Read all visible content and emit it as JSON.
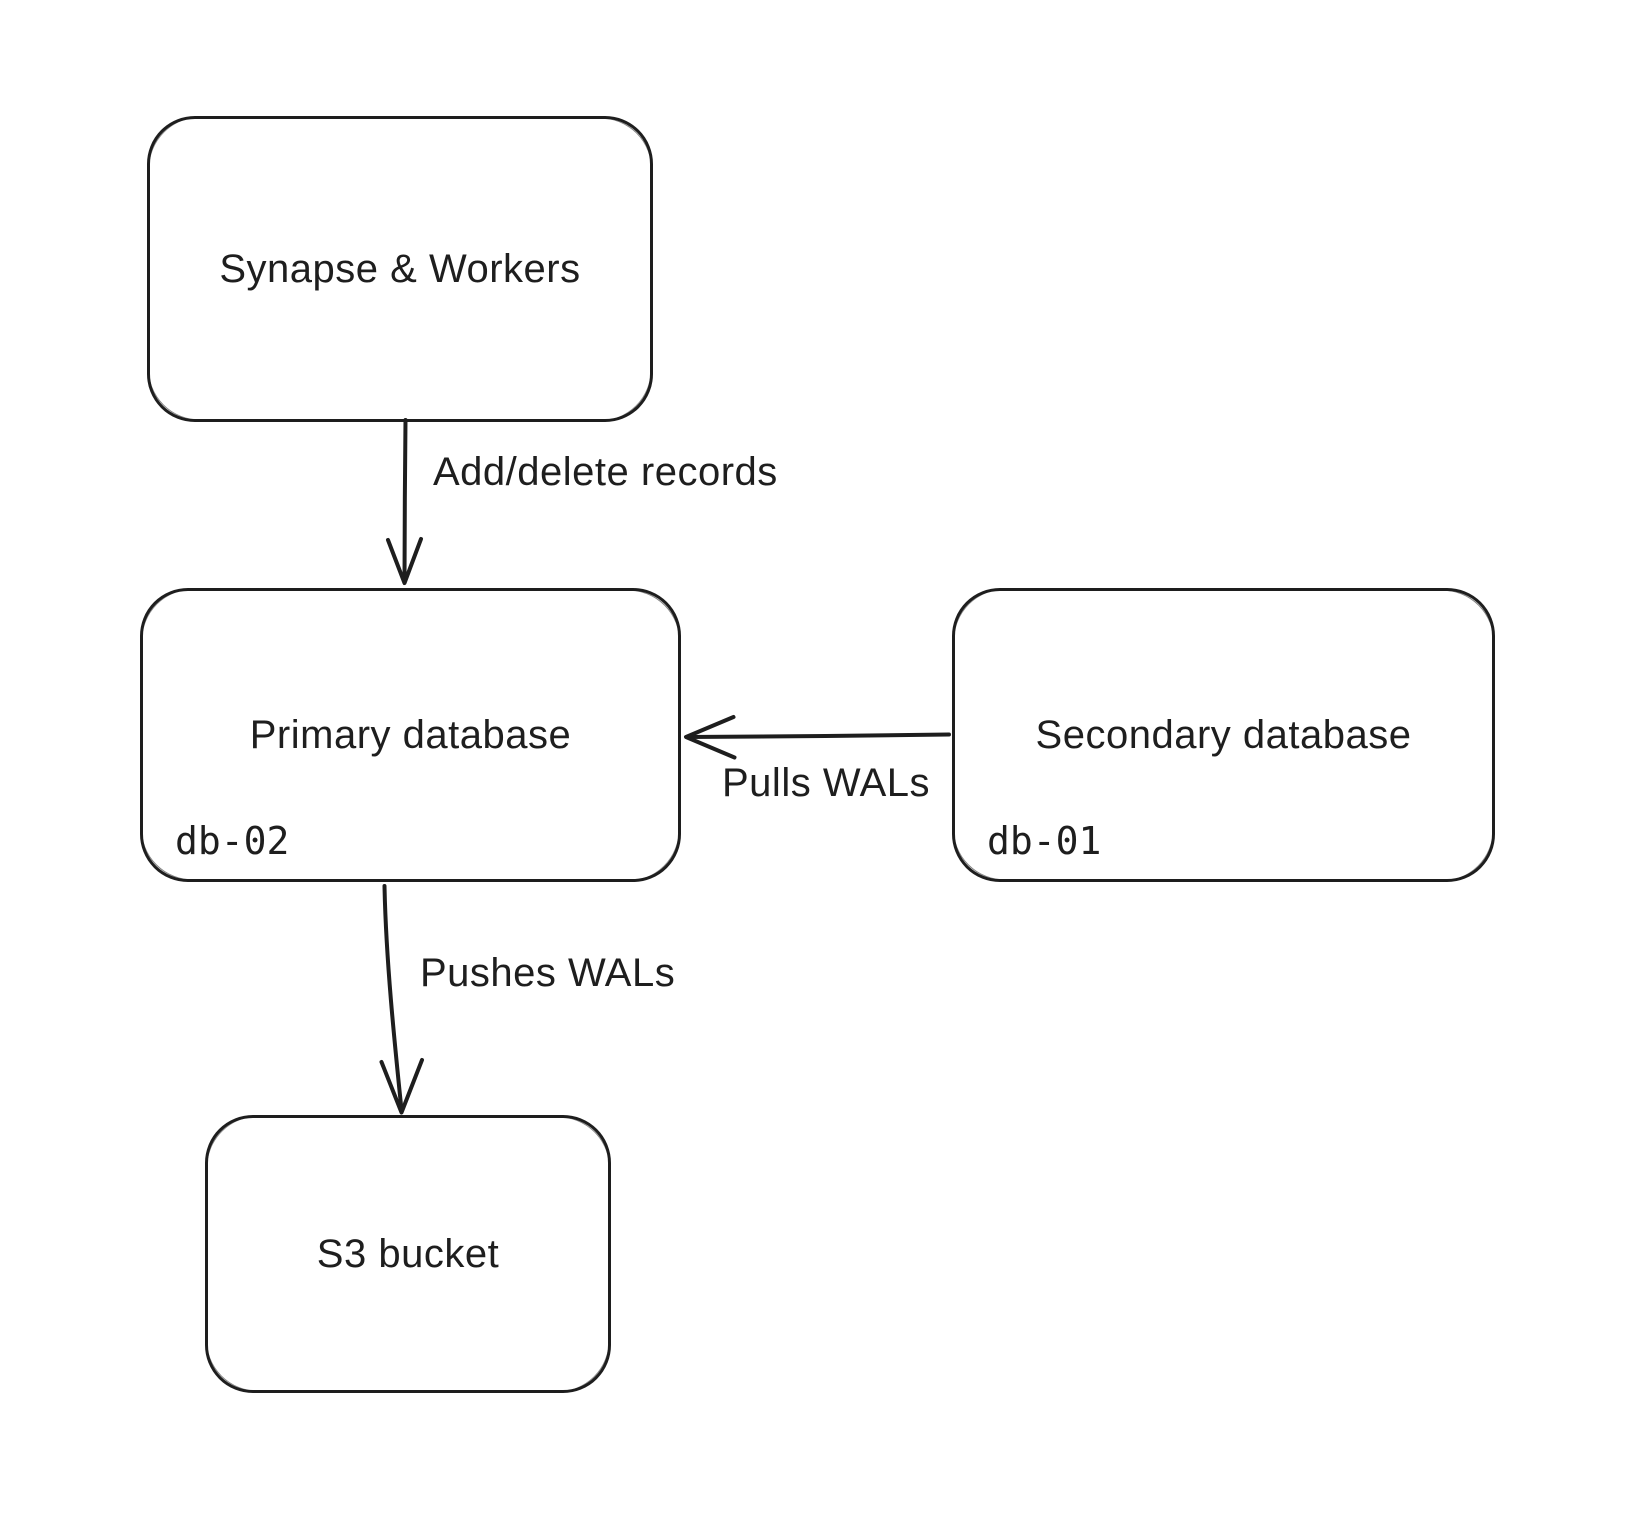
{
  "diagram": {
    "colors": {
      "stroke": "#1e1e1e",
      "background": "#ffffff"
    },
    "nodes": [
      {
        "label": "Synapse & Workers"
      },
      {
        "label": "Primary database",
        "id_badge": "db-02"
      },
      {
        "label": "Secondary database",
        "id_badge": "db-01"
      },
      {
        "label": "S3 bucket"
      }
    ],
    "edges": [
      {
        "label": "Add/delete records",
        "from": "Synapse & Workers",
        "to": "Primary database",
        "direction": "down"
      },
      {
        "label": "Pulls WALs",
        "from": "Secondary database",
        "to": "Primary database",
        "direction": "left"
      },
      {
        "label": "Pushes WALs",
        "from": "Primary database",
        "to": "S3 bucket",
        "direction": "down"
      }
    ]
  }
}
